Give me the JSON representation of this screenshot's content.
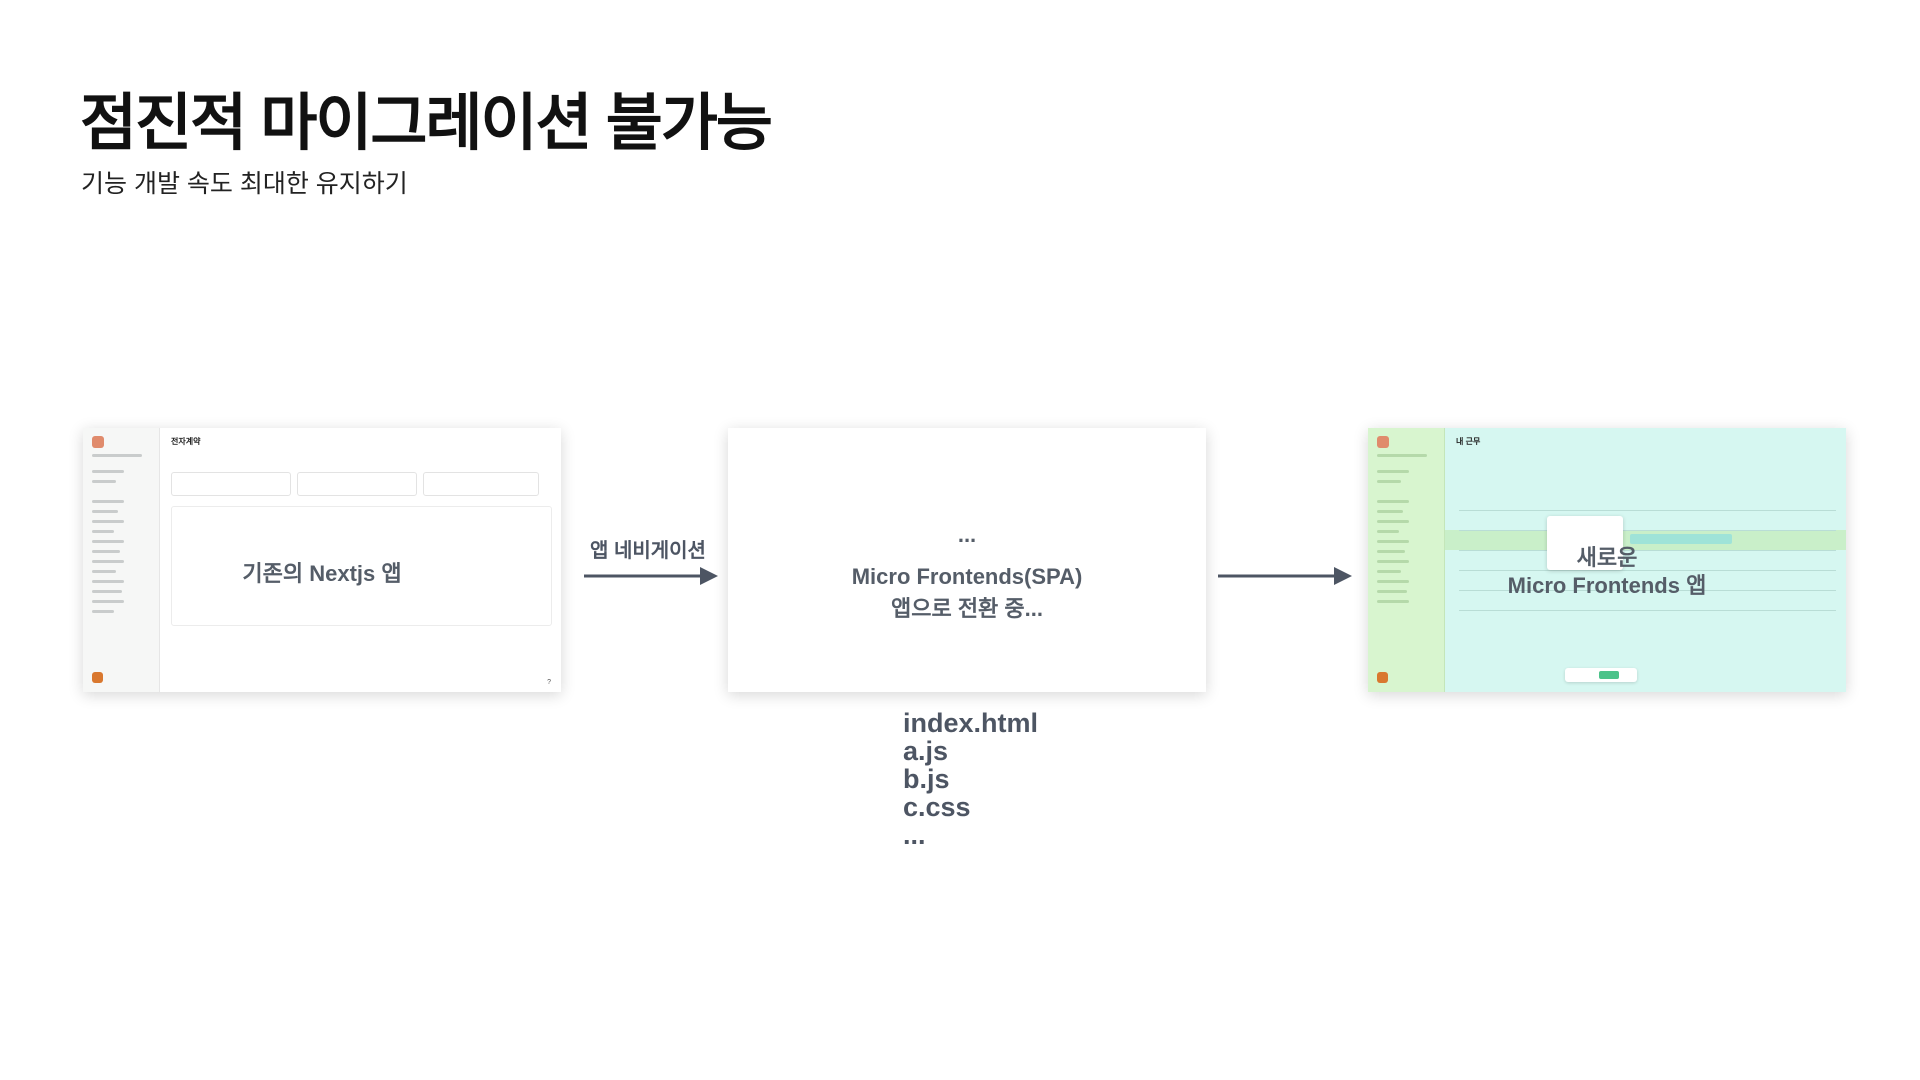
{
  "slide": {
    "title": "점진적 마이그레이션 불가능",
    "subtitle": "기능 개발 속도 최대한 유지하기"
  },
  "panels": {
    "old_app": {
      "label": "기존의 Nextjs 앱",
      "mockup_heading": "전자계약"
    },
    "transition": {
      "ellipsis": "...",
      "line1": "Micro Frontends(SPA)",
      "line2": "앱으로 전환 중..."
    },
    "new_app": {
      "label_line1": "새로운",
      "label_line2": "Micro Frontends 앱",
      "mockup_heading": "내 근무"
    }
  },
  "arrows": {
    "first_label": "앱 네비게이션"
  },
  "files": [
    "index.html",
    "a.js",
    "b.js",
    "c.css",
    "..."
  ],
  "colors": {
    "label_gray": "#555d68",
    "arrow": "#4d5563",
    "new_app_sidebar": "#d8f5cf",
    "new_app_main": "#d6f7f1"
  }
}
